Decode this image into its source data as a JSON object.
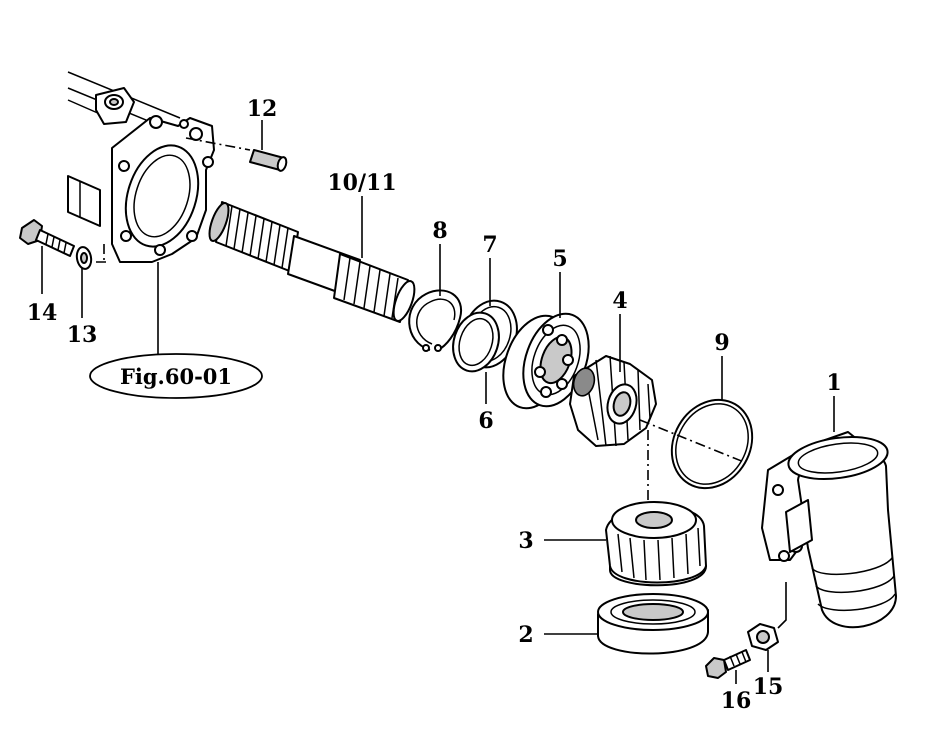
{
  "callouts": {
    "c1": "1",
    "c2": "2",
    "c3": "3",
    "c4": "4",
    "c5": "5",
    "c6": "6",
    "c7": "7",
    "c8": "8",
    "c9": "9",
    "c10_11": "10/11",
    "c12": "12",
    "c13": "13",
    "c14": "14",
    "c15": "15",
    "c16": "16"
  },
  "figure_reference": "Fig.60-01"
}
